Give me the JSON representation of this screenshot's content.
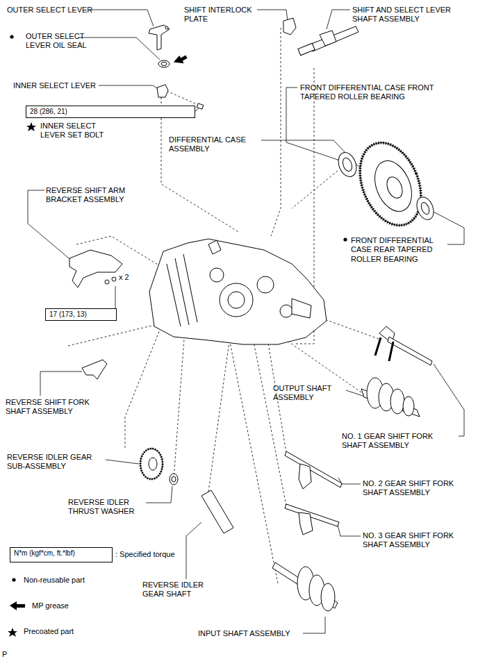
{
  "diagram": {
    "nodes": [
      {
        "text": [
          "28 (286, 21)"
        ]
      },
      {
        "text": [
          "17 (173, 13)"
        ]
      },
      {
        "text": [
          "N*m (kgf*cm, ft.*lbf)"
        ]
      }
    ],
    "edges": [],
    "labels": [
      "OUTER SELECT LEVER",
      "OUTER SELECT LEVER OIL SEAL",
      "INNER SELECT LEVER",
      "INNER SELECT LEVER SET BOLT",
      "SHIFT INTERLOCK PLATE",
      "SHIFT AND SELECT LEVER SHAFT ASSEMBLY",
      "FRONT DIFFERENTIAL CASE FRONT TAPERED ROLLER BEARING",
      "DIFFERENTIAL CASE ASSEMBLY",
      "REVERSE SHIFT ARM BRACKET ASSEMBLY",
      "x 2",
      "FRONT DIFFERENTIAL CASE REAR TAPERED ROLLER BEARING",
      "OUTPUT SHAFT ASSEMBLY",
      "REVERSE SHIFT FORK SHAFT ASSEMBLY",
      "NO. 1 GEAR SHIFT FORK SHAFT ASSEMBLY",
      "REVERSE IDLER GEAR SUB-ASSEMBLY",
      "NO. 2 GEAR SHIFT FORK SHAFT ASSEMBLY",
      "REVERSE IDLER THRUST WASHER",
      "NO. 3 GEAR SHIFT FORK SHAFT ASSEMBLY",
      "REVERSE IDLER GEAR SHAFT",
      "INPUT SHAFT ASSEMBLY",
      "P"
    ],
    "legend": [
      {
        "text": ": Specified torque"
      },
      {
        "text": "Non-reusable part"
      },
      {
        "text": "MP grease"
      },
      {
        "text": "Precoated part"
      }
    ]
  }
}
